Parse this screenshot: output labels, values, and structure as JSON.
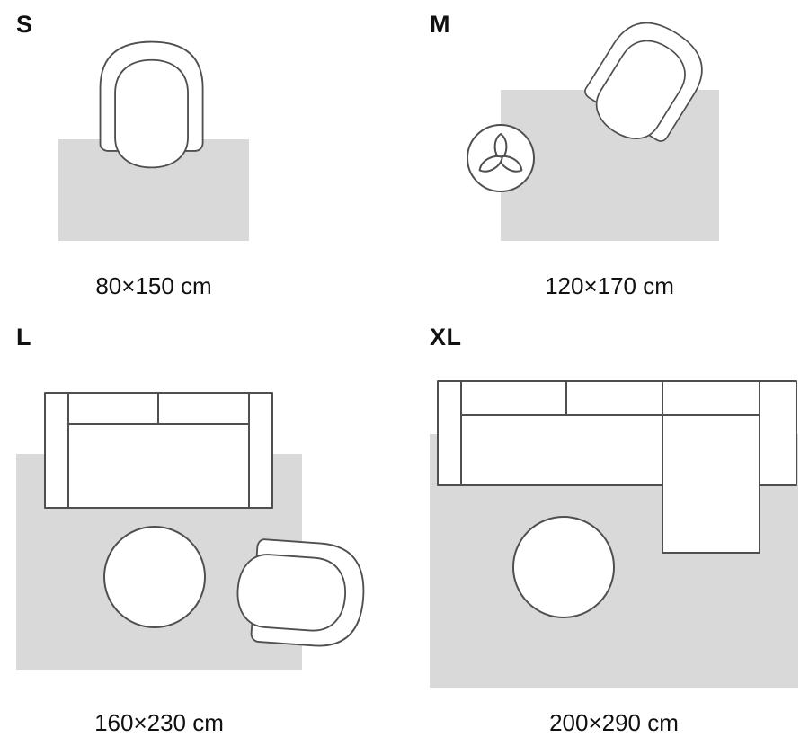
{
  "colors": {
    "rug_fill": "#d9d9d9",
    "outline": "#4f4f4f",
    "furniture_fill": "#ffffff",
    "text": "#111111"
  },
  "sizes": [
    {
      "label": "S",
      "dimensions": "80×150 cm"
    },
    {
      "label": "M",
      "dimensions": "120×170 cm"
    },
    {
      "label": "L",
      "dimensions": "160×230 cm"
    },
    {
      "label": "XL",
      "dimensions": "200×290 cm"
    }
  ]
}
